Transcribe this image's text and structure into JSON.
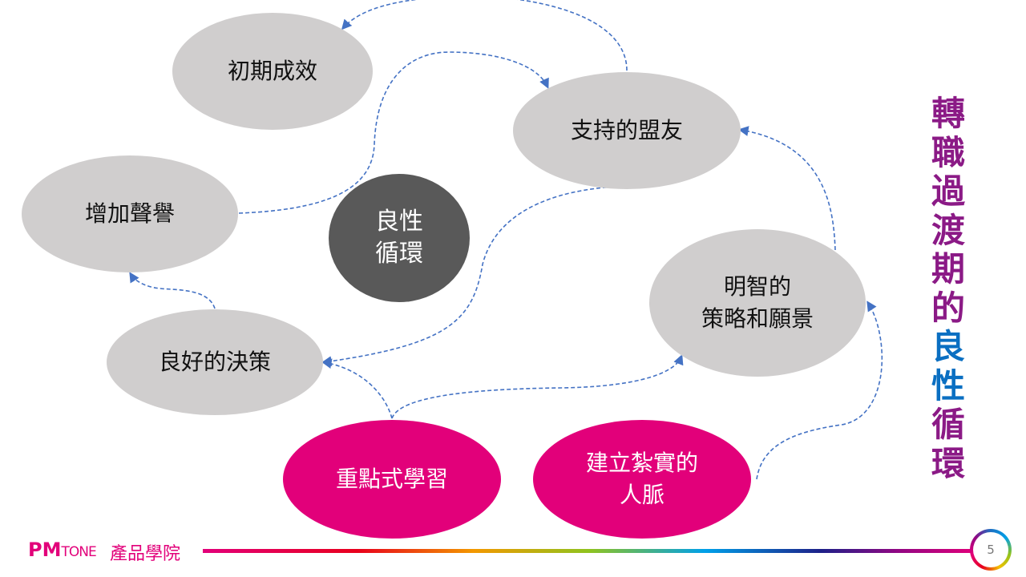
{
  "nodes": {
    "early_results": "初期成效",
    "supportive_allies": "支持的盟友",
    "increase_reputation": "增加聲譽",
    "virtuous_cycle": "良性\n循環",
    "wise_strategy": "明智的\n策略和願景",
    "good_decisions": "良好的決策",
    "focused_learning": "重點式學習",
    "solid_network": "建立紮實的\n人脈"
  },
  "title": {
    "part1": [
      "轉",
      "職",
      "過",
      "渡",
      "期",
      "的"
    ],
    "part2": [
      "良",
      "性"
    ],
    "part3": [
      "循",
      "環"
    ]
  },
  "colors": {
    "arrow": "#4472c4",
    "pink": "#e2007a",
    "purple": "#8b1a86",
    "blue": "#0a6fc2"
  },
  "footer": {
    "logo_pm": "PM",
    "logo_tone": "TONE",
    "school": "產品學院",
    "page": "5"
  }
}
